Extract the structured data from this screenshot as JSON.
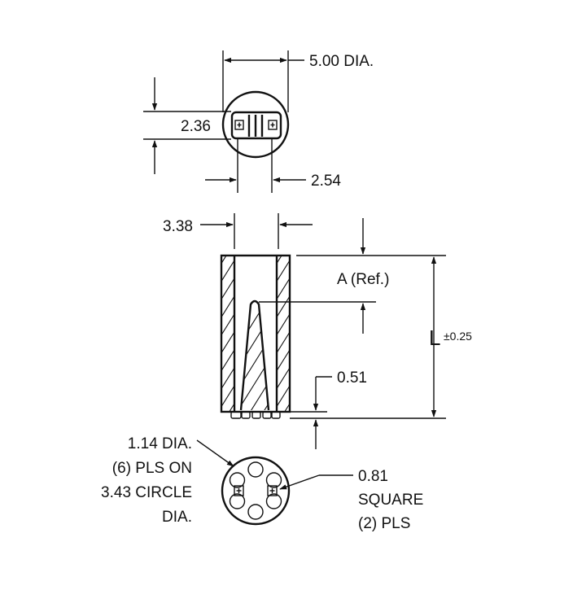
{
  "top_view": {
    "diameter_label": "5.00 DIA.",
    "height_label": "2.36",
    "width_label": "2.54"
  },
  "side_view": {
    "width_label": "3.38",
    "ref_label": "A (Ref.)",
    "length_label": "L",
    "tolerance_label": "±0.25",
    "offset_label": "0.51"
  },
  "bottom_view": {
    "pin_note_lines": [
      "1.14 DIA.",
      "(6) PLS ON",
      "3.43 CIRCLE",
      "DIA."
    ],
    "square_note_lines": [
      "0.81",
      "SQUARE",
      "(2) PLS"
    ]
  },
  "colors": {
    "ink": "#111111",
    "background": "#ffffff"
  }
}
